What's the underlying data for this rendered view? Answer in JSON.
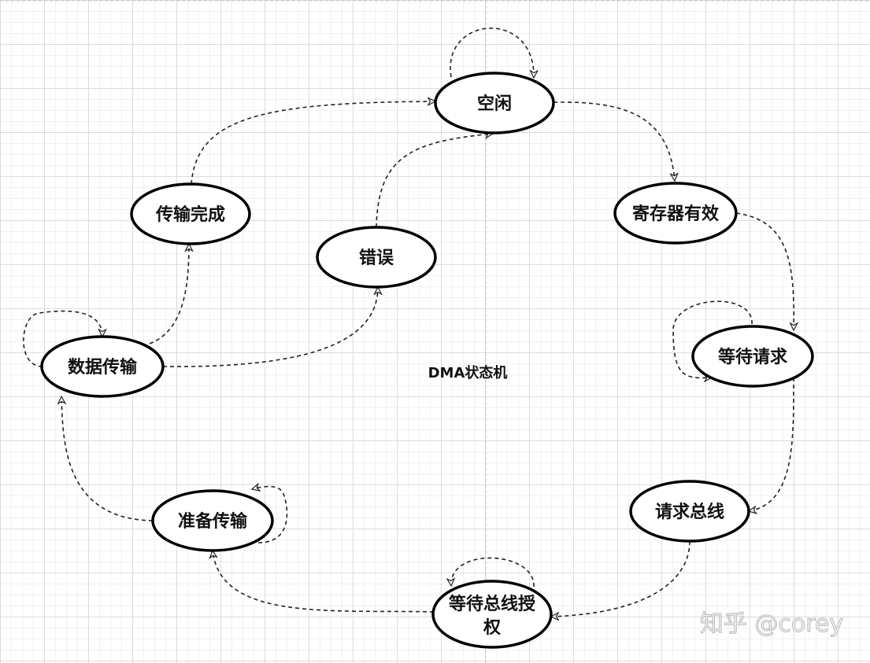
{
  "diagram": {
    "title": "DMA状态机",
    "watermark": "知乎 @corey",
    "colors": {
      "stroke": "#000000",
      "grid": "#dcdcdc",
      "background": "#ffffff"
    },
    "nodes": [
      {
        "id": "idle",
        "label": "空闲"
      },
      {
        "id": "reg-valid",
        "label": "寄存器有效"
      },
      {
        "id": "wait-request",
        "label": "等待请求"
      },
      {
        "id": "request-bus",
        "label": "请求总线"
      },
      {
        "id": "wait-bus-grant",
        "label": "等待总线授权",
        "label_lines": [
          "等待总线授",
          "权"
        ]
      },
      {
        "id": "prepare-transfer",
        "label": "准备传输"
      },
      {
        "id": "data-transfer",
        "label": "数据传输"
      },
      {
        "id": "transfer-done",
        "label": "传输完成"
      },
      {
        "id": "error",
        "label": "错误"
      }
    ],
    "edges": [
      {
        "from": "idle",
        "to": "idle"
      },
      {
        "from": "idle",
        "to": "reg-valid"
      },
      {
        "from": "reg-valid",
        "to": "wait-request"
      },
      {
        "from": "wait-request",
        "to": "wait-request"
      },
      {
        "from": "wait-request",
        "to": "request-bus"
      },
      {
        "from": "request-bus",
        "to": "wait-bus-grant"
      },
      {
        "from": "wait-bus-grant",
        "to": "wait-bus-grant"
      },
      {
        "from": "wait-bus-grant",
        "to": "prepare-transfer"
      },
      {
        "from": "prepare-transfer",
        "to": "prepare-transfer"
      },
      {
        "from": "prepare-transfer",
        "to": "data-transfer"
      },
      {
        "from": "data-transfer",
        "to": "data-transfer"
      },
      {
        "from": "data-transfer",
        "to": "transfer-done"
      },
      {
        "from": "data-transfer",
        "to": "error"
      },
      {
        "from": "transfer-done",
        "to": "idle"
      },
      {
        "from": "error",
        "to": "idle"
      }
    ]
  }
}
